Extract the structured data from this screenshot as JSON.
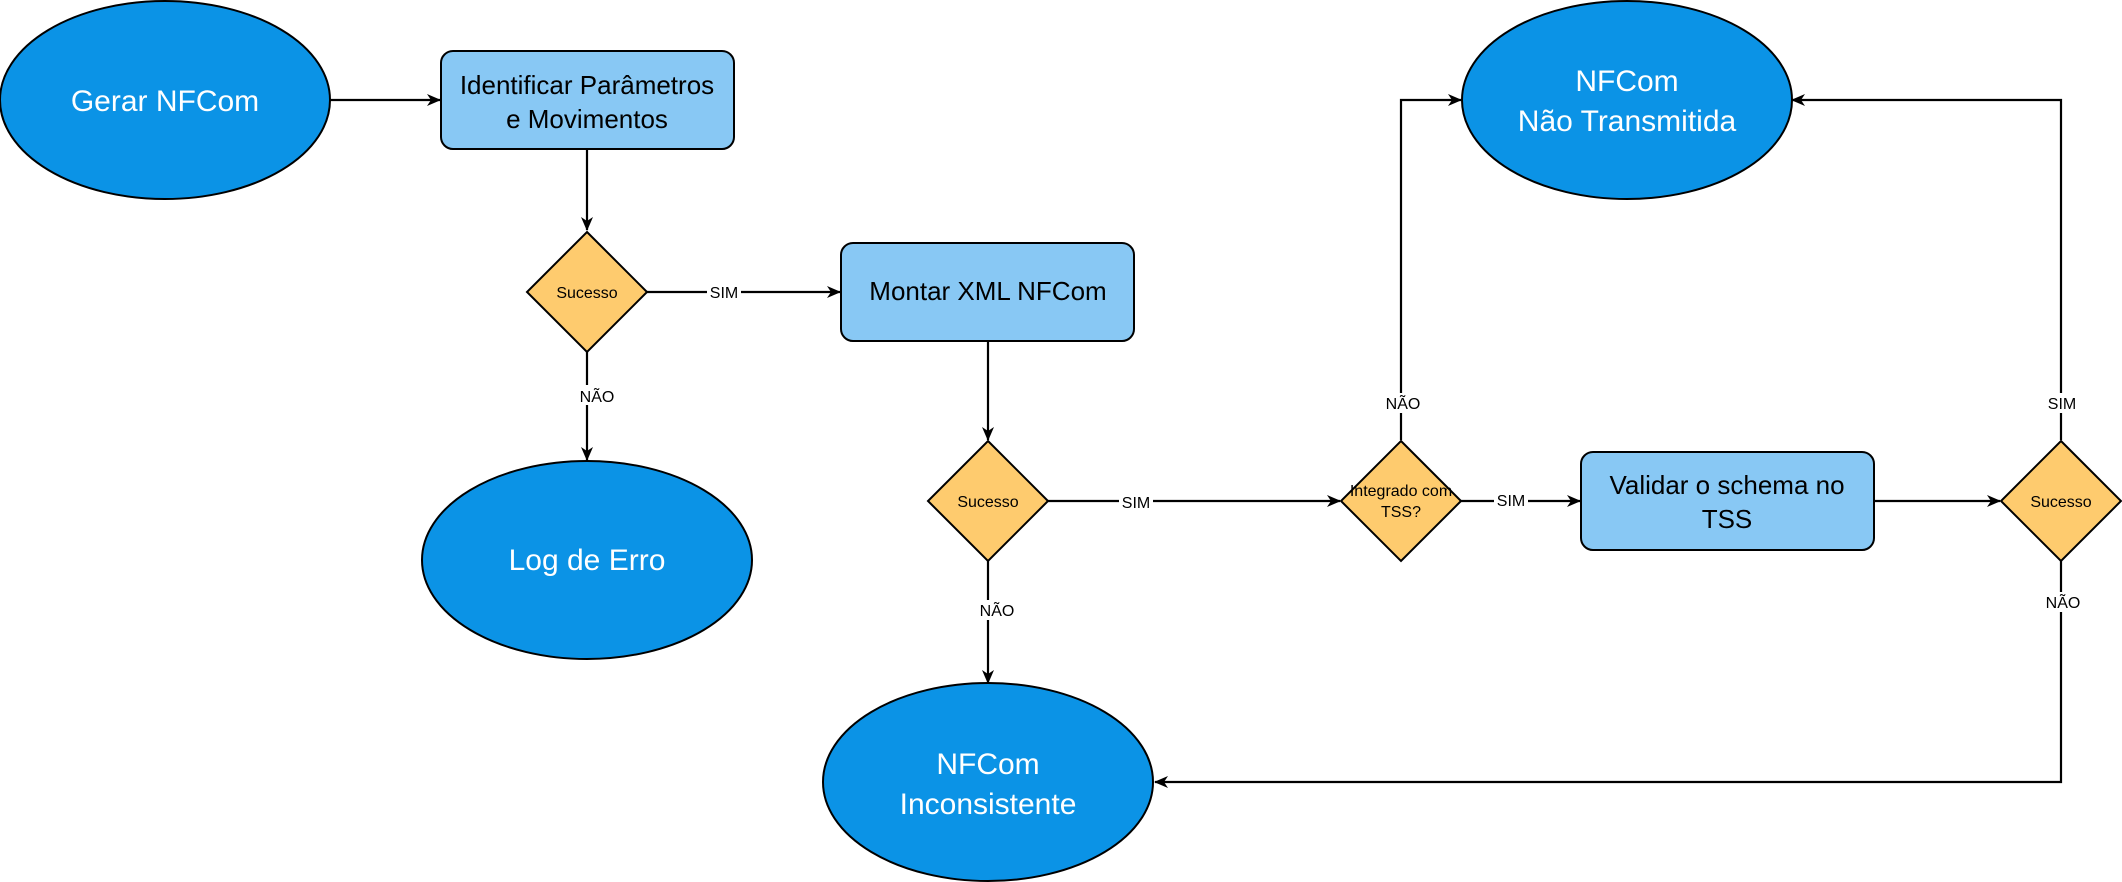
{
  "nodes": {
    "gerar_nfcom": "Gerar NFCom",
    "identificar_line1": "Identificar Parâmetros",
    "identificar_line2": "e Movimentos",
    "sucesso_1": "Sucesso",
    "log_de_erro": "Log de Erro",
    "montar_xml": "Montar XML NFCom",
    "sucesso_2": "Sucesso",
    "nfcom_inconsistente_line1": "NFCom",
    "nfcom_inconsistente_line2": "Inconsistente",
    "integrado_line1": "Integrado com",
    "integrado_line2": "TSS?",
    "validar_line1": "Validar o schema no",
    "validar_line2": "TSS",
    "sucesso_3": "Sucesso",
    "nao_transmitida_line1": "NFCom",
    "nao_transmitida_line2": "Não Transmitida"
  },
  "edge_labels": {
    "sucesso1_sim": "SIM",
    "sucesso1_nao": "NÃO",
    "sucesso2_sim": "SIM",
    "sucesso2_nao": "NÃO",
    "integrado_sim": "SIM",
    "integrado_nao": "NÃO",
    "sucesso3_sim": "SIM",
    "sucesso3_nao": "NÃO"
  },
  "colors": {
    "terminal_fill": "#0b93e6",
    "process_fill": "#88c8f4",
    "decision_fill": "#fecb6e",
    "stroke": "#000000"
  }
}
